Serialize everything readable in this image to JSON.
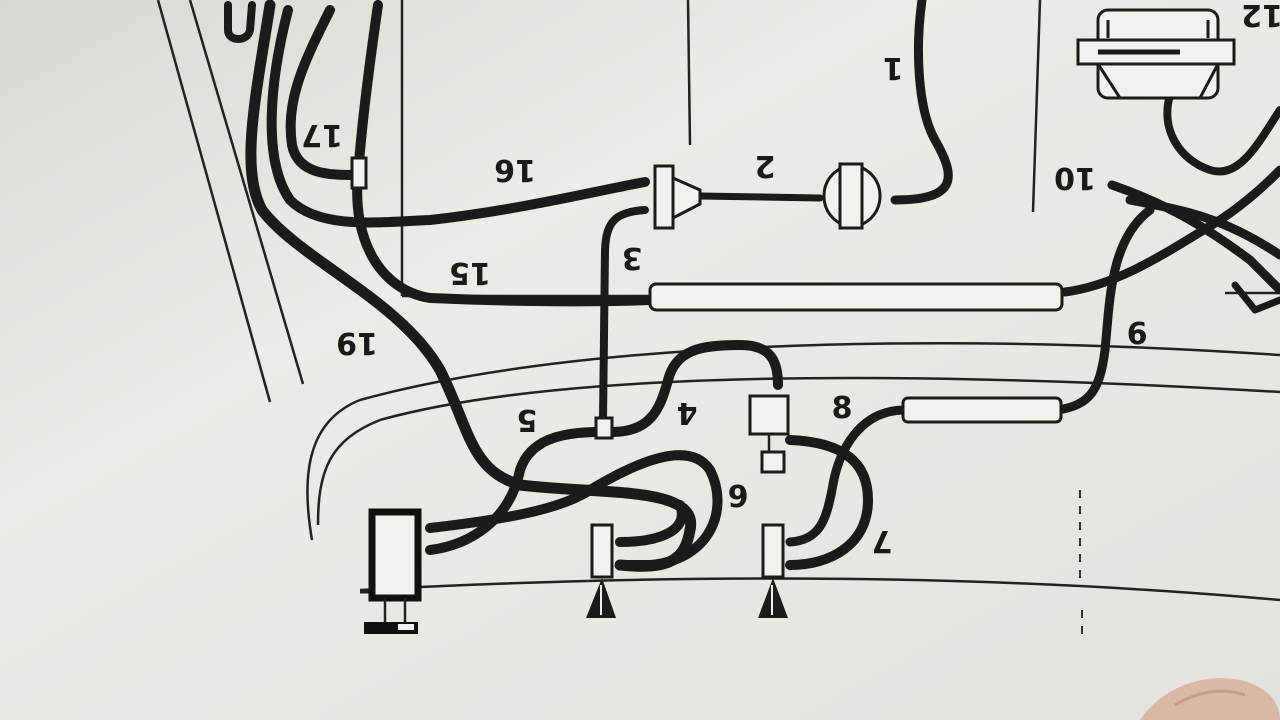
{
  "labels": {
    "l1": "1",
    "l2": "2",
    "l3": "3",
    "l4": "4",
    "l5": "5",
    "l6": "6",
    "l7": "7",
    "l8": "8",
    "l9": "9",
    "l10": "10",
    "l12": "12",
    "l15": "15",
    "l16": "16",
    "l17": "17",
    "l19": "19"
  },
  "colors": {
    "paper": "#e9e8e4",
    "ink": "#1b1b1b"
  }
}
